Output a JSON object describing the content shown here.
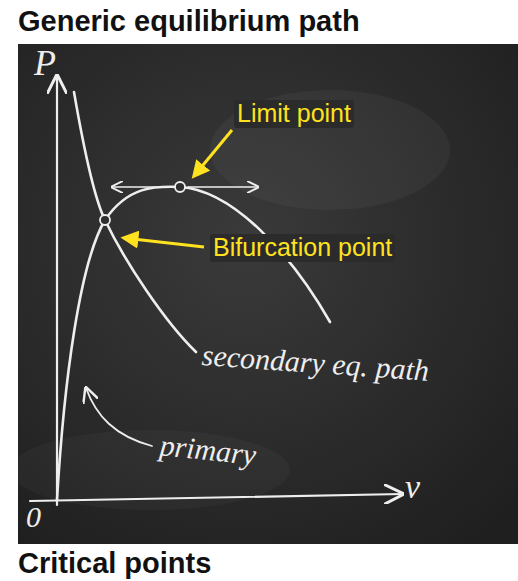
{
  "diagram": {
    "title": "Generic equilibrium path",
    "caption": "Critical points",
    "labels": [
      "Limit point",
      "Bifurcation point",
      "secondary eq. path",
      "primary",
      "P",
      "v",
      "0"
    ]
  }
}
